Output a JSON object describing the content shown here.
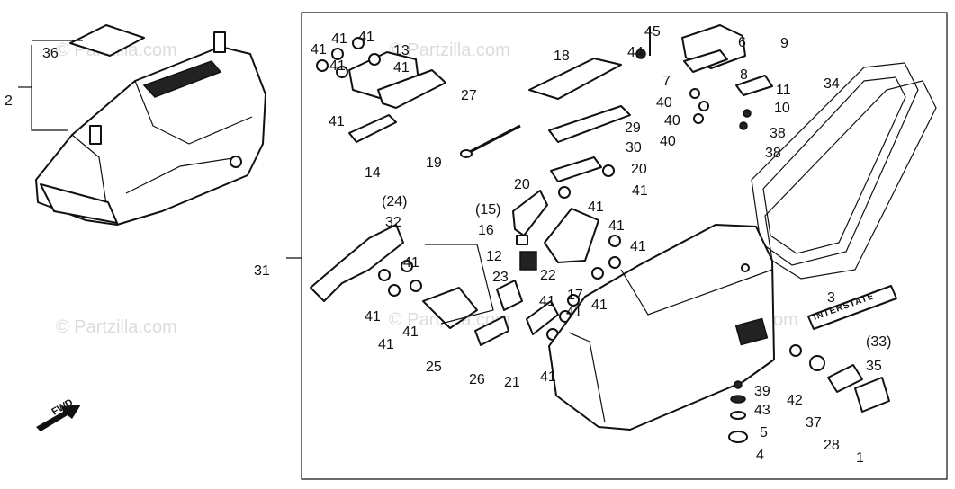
{
  "watermarks": [
    "© Partzilla.com",
    "© Partzilla.com",
    "© Partzilla.com",
    "© Partzilla.com",
    "© Partzilla.com"
  ],
  "emblem": {
    "text": "INTERSTATE"
  },
  "fwd_label": "FWD",
  "part_labels": [
    {
      "text": "36"
    },
    {
      "text": "2"
    },
    {
      "text": "41"
    },
    {
      "text": "41"
    },
    {
      "text": "41"
    },
    {
      "text": "41"
    },
    {
      "text": "13"
    },
    {
      "text": "27"
    },
    {
      "text": "41"
    },
    {
      "text": "14"
    },
    {
      "text": "19"
    },
    {
      "text": "18"
    },
    {
      "text": "45"
    },
    {
      "text": "44"
    },
    {
      "text": "6"
    },
    {
      "text": "9"
    },
    {
      "text": "7"
    },
    {
      "text": "8"
    },
    {
      "text": "11"
    },
    {
      "text": "10"
    },
    {
      "text": "40"
    },
    {
      "text": "40"
    },
    {
      "text": "40"
    },
    {
      "text": "38"
    },
    {
      "text": "38"
    },
    {
      "text": "34"
    },
    {
      "text": "29"
    },
    {
      "text": "30"
    },
    {
      "text": "20"
    },
    {
      "text": "20"
    },
    {
      "text": "41"
    },
    {
      "text": "41"
    },
    {
      "text": "(24)"
    },
    {
      "text": "32"
    },
    {
      "text": "(15)"
    },
    {
      "text": "16"
    },
    {
      "text": "41"
    },
    {
      "text": "41"
    },
    {
      "text": "12"
    },
    {
      "text": "23"
    },
    {
      "text": "22"
    },
    {
      "text": "41"
    },
    {
      "text": "17"
    },
    {
      "text": "41"
    },
    {
      "text": "41"
    },
    {
      "text": "41"
    },
    {
      "text": "41"
    },
    {
      "text": "41"
    },
    {
      "text": "41"
    },
    {
      "text": "25"
    },
    {
      "text": "26"
    },
    {
      "text": "21"
    },
    {
      "text": "41"
    },
    {
      "text": "31"
    },
    {
      "text": "3"
    },
    {
      "text": "(33)"
    },
    {
      "text": "35"
    },
    {
      "text": "39"
    },
    {
      "text": "43"
    },
    {
      "text": "5"
    },
    {
      "text": "4"
    },
    {
      "text": "42"
    },
    {
      "text": "37"
    },
    {
      "text": "28"
    },
    {
      "text": "1"
    },
    {
      "text": "41"
    }
  ]
}
